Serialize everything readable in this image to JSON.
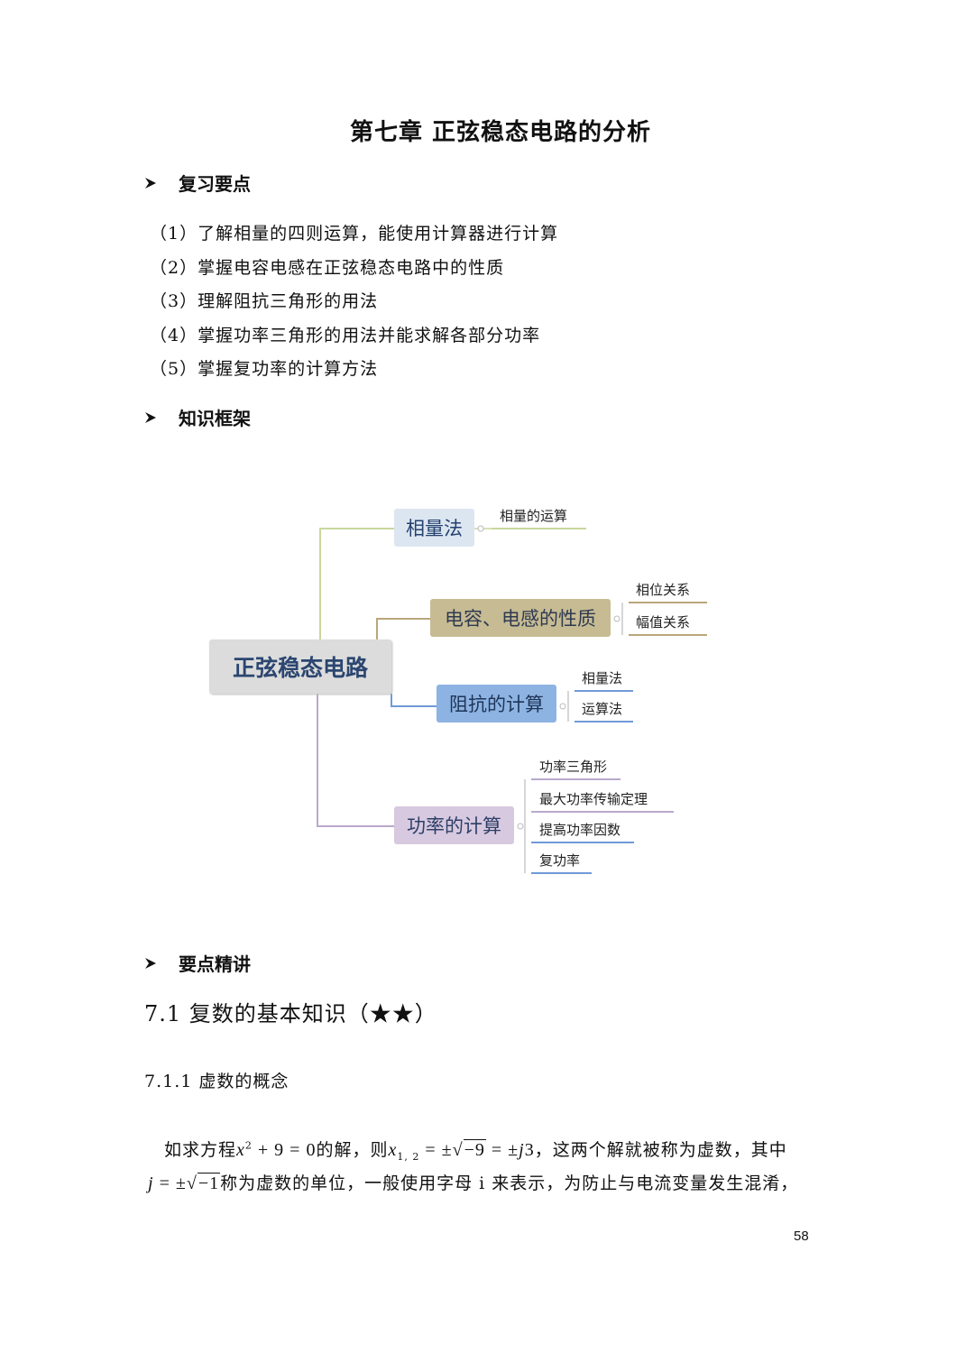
{
  "chapter_title": "第七章 正弦稳态电路的分析",
  "sections": {
    "review": "复习要点",
    "framework": "知识框架",
    "keypoints": "要点精讲"
  },
  "review_items": [
    "（1）了解相量的四则运算，能使用计算器进行计算",
    "（2）掌握电容电感在正弦稳态电路中的性质",
    "（3）理解阻抗三角形的用法",
    "（4）掌握功率三角形的用法并能求解各部分功率",
    "（5）掌握复功率的计算方法"
  ],
  "mindmap": {
    "root": "正弦稳态电路",
    "branches": [
      {
        "label": "相量法",
        "children": [
          "相量的运算"
        ]
      },
      {
        "label": "电容、电感的性质",
        "children": [
          "相位关系",
          "幅值关系"
        ]
      },
      {
        "label": "阻抗的计算",
        "children": [
          "相量法",
          "运算法"
        ]
      },
      {
        "label": "功率的计算",
        "children": [
          "功率三角形",
          "最大功率传输定理",
          "提高功率因数",
          "复功率"
        ]
      }
    ]
  },
  "heading_7_1": "7.1  复数的基本知识（★★）",
  "heading_7_1_1": "7.1.1  虚数的概念",
  "para": {
    "l1_a": "如求方程",
    "l1_eq1_x": "x",
    "l1_eq1_sup": "2",
    "l1_eq1_rest": " + 9 = 0",
    "l1_b": "的解，则",
    "l1_x": "x",
    "l1_sub": "1, 2",
    "l1_eq2_a": " = ±",
    "l1_sqrt": "−9",
    "l1_eq2_b": " = ±",
    "l1_j": "j",
    "l1_eq2_c": "3",
    "l1_c": "，这两个解就被称为虚数，其中",
    "l2_j": "j",
    "l2_eq_a": " = ±",
    "l2_sqrt": "−1",
    "l2_b": "称为虚数的单位，一般使用字母 i 来表示，为防止与电流变量发生混淆，"
  },
  "page_number": "58",
  "colors": {
    "line_n1": "#c9d79d",
    "line_n2": "#b9a77a",
    "line_n3": "#6f9ad8",
    "line_n4": "#b9a8cc"
  }
}
